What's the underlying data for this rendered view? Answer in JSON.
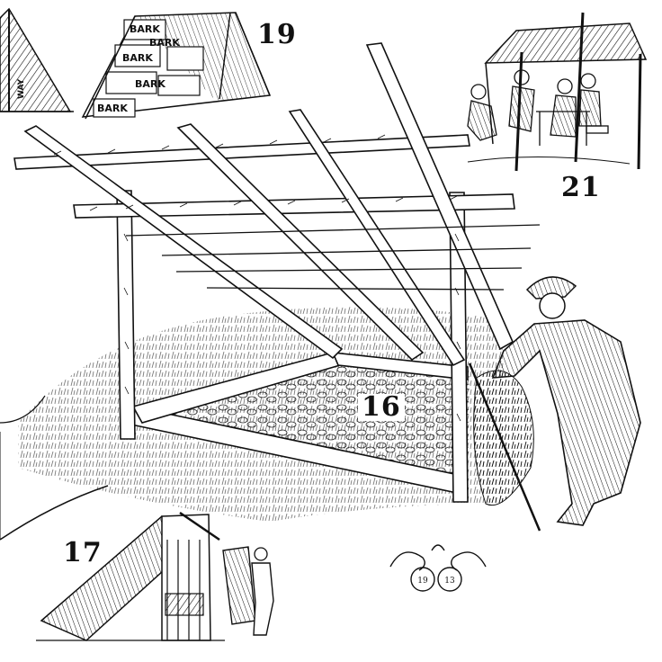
{
  "figure_labels": {
    "fig16": "16",
    "fig17": "17",
    "fig19": "19",
    "fig21": "21"
  },
  "tent_text": "WAY",
  "bark_labels": [
    "BARK",
    "BARK",
    "BARK",
    "BARK",
    "BARK"
  ],
  "monogram": {
    "left": "19",
    "right": "13"
  },
  "colors": {
    "ink": "#111111",
    "paper": "#ffffff"
  }
}
